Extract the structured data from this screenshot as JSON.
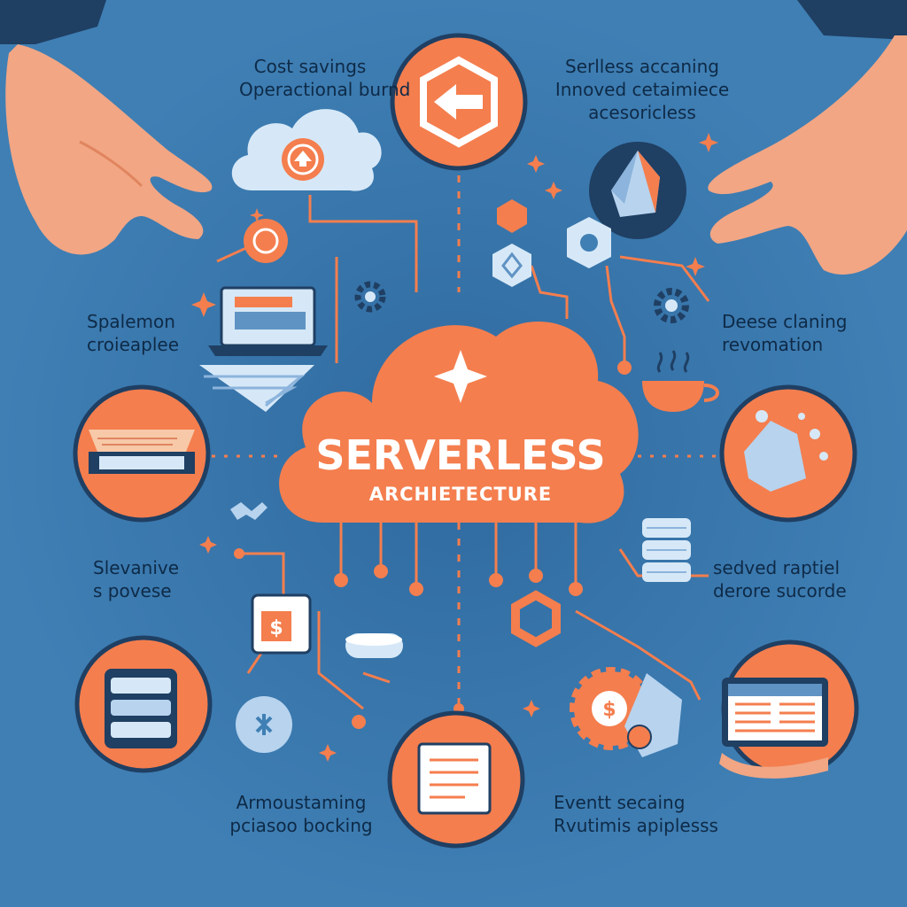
{
  "title": "SERVERLESS",
  "subtitle": "ARCHIETECTURE",
  "labels": {
    "top_left": [
      "Cost savings",
      "Operactional burnd"
    ],
    "top_right": [
      "Serlless accaning",
      "Innoved cetaimiece",
      "acesoricless"
    ],
    "mid_left": [
      "Spalemon",
      "croieaplee"
    ],
    "mid_right": [
      "Deese claning",
      "revomation"
    ],
    "lower_left": [
      "Slevanive",
      "s povese"
    ],
    "lower_right": [
      "sedved raptiel",
      "derore sucorde"
    ],
    "bottom_left": [
      "Armoustaming",
      "pciasoo bocking"
    ],
    "bottom_right": [
      "Eventt secaing",
      "Rvutimis apiplesss"
    ]
  },
  "colors": {
    "background": "#3f7fb4",
    "accent": "#f47e4e",
    "dark": "#1f3f63",
    "light": "#cfe4f4"
  }
}
